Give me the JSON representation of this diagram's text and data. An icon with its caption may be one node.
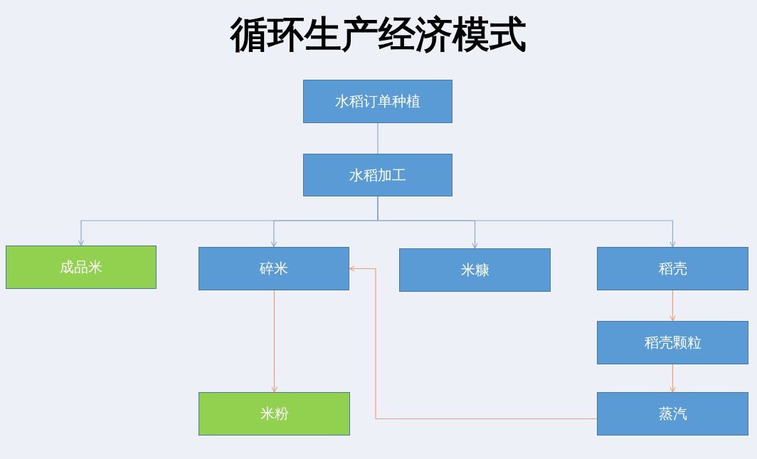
{
  "diagram": {
    "title": "循环生产经济模式",
    "nodes": [
      {
        "text": [
          "水稻订单种植"
        ]
      },
      {
        "text": [
          "水稻加工"
        ]
      },
      {
        "text": [
          "成品米"
        ]
      },
      {
        "text": [
          "碎米"
        ]
      },
      {
        "text": [
          "米糠"
        ]
      },
      {
        "text": [
          "稻壳"
        ]
      },
      {
        "text": [
          "稻壳颗粒"
        ]
      },
      {
        "text": [
          "米粉"
        ]
      },
      {
        "text": [
          "蒸汽"
        ]
      }
    ],
    "edges": [
      {
        "from": 0,
        "to": 1,
        "arrow": "none"
      },
      {
        "from": 1,
        "to": 2,
        "arrow": "to"
      },
      {
        "from": 1,
        "to": 3,
        "arrow": "to"
      },
      {
        "from": 1,
        "to": 4,
        "arrow": "to"
      },
      {
        "from": 1,
        "to": 5,
        "arrow": "to"
      },
      {
        "from": 3,
        "to": 7,
        "arrow": "to",
        "color": "#ef9f73"
      },
      {
        "from": 5,
        "to": 6,
        "arrow": "to",
        "color": "#ef9f73"
      },
      {
        "from": 6,
        "to": 8,
        "arrow": "to",
        "color": "#ef9f73"
      },
      {
        "from": 8,
        "to": 3,
        "arrow": "to",
        "color": "#ef9f73"
      }
    ]
  }
}
